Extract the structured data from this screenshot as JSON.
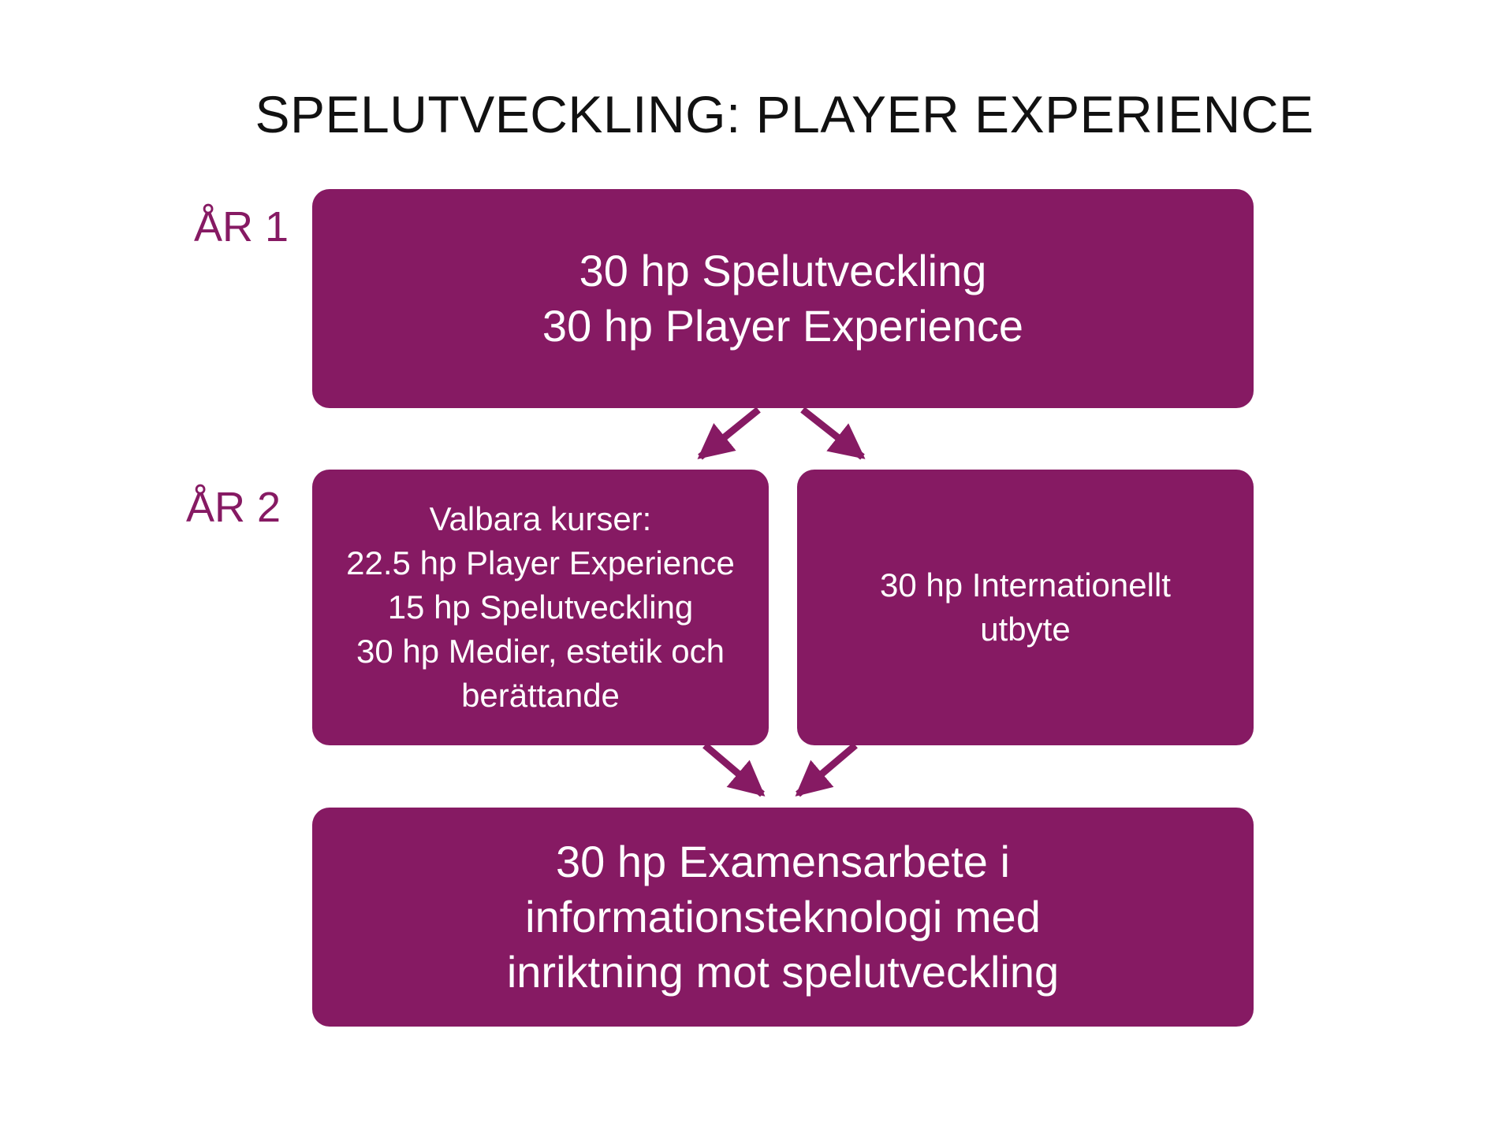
{
  "title": "SPELUTVECKLING: PLAYER EXPERIENCE",
  "colors": {
    "accent": "#861a63",
    "title_text": "#111111",
    "box_text": "#ffffff",
    "background": "#ffffff"
  },
  "years": {
    "year1": "ÅR 1",
    "year2": "ÅR 2"
  },
  "boxes": {
    "year1": {
      "lines": [
        "30 hp Spelutveckling",
        "30 hp Player Experience"
      ]
    },
    "electives": {
      "lines": [
        "Valbara kurser:",
        "22.5 hp Player Experience",
        "15 hp Spelutveckling",
        "30 hp Medier, estetik och",
        "berättande"
      ]
    },
    "exchange": {
      "lines": [
        "30 hp Internationellt",
        "utbyte"
      ]
    },
    "thesis": {
      "lines": [
        "30 hp Examensarbete i",
        "informationsteknologi med",
        "inriktning mot spelutveckling"
      ]
    }
  }
}
